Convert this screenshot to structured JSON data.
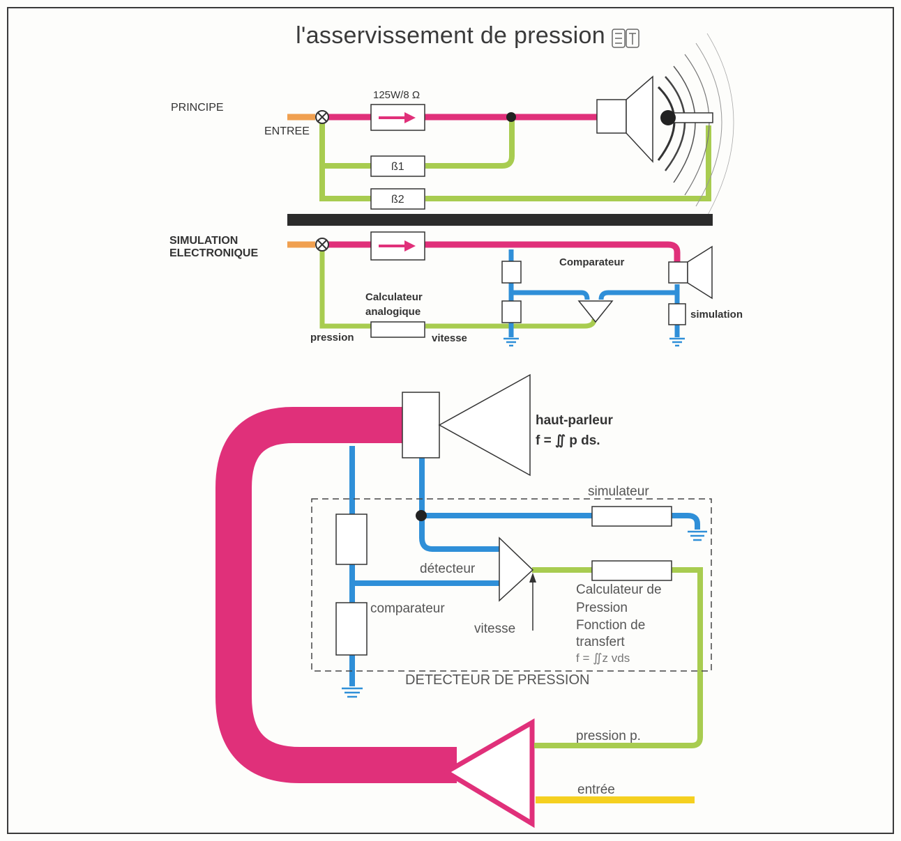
{
  "title": "l'asservissement de pression",
  "principle": {
    "heading": "PRINCIPE",
    "input_label": "ENTREE",
    "amp_rating": "125W/8 Ω",
    "beta1": "ß1",
    "beta2": "ß2"
  },
  "simulation": {
    "heading_line1": "SIMULATION",
    "heading_line2": "ELECTRONIQUE",
    "comparator": "Comparateur",
    "calc_line1": "Calculateur",
    "calc_line2": "analogique",
    "pressure": "pression",
    "velocity": "vitesse",
    "simulation": "simulation"
  },
  "detector": {
    "speaker_line1": "haut-parleur",
    "speaker_line2": "f = ∬ p ds.",
    "simulator": "simulateur",
    "detector": "détecteur",
    "comparator": "comparateur",
    "velocity": "vitesse",
    "calc_line1": "Calculateur de",
    "calc_line2": "Pression",
    "calc_line3": "Fonction de",
    "calc_line4": "transfert",
    "calc_line5": "f = ∬z vds",
    "box_label": "DETECTEUR DE PRESSION",
    "pressure_out": "pression p.",
    "input": "entrée"
  },
  "colors": {
    "magenta": "#e0307a",
    "green": "#a8cc50",
    "blue": "#2f8fd8",
    "orange": "#f0a050",
    "yellow": "#f5d020"
  }
}
